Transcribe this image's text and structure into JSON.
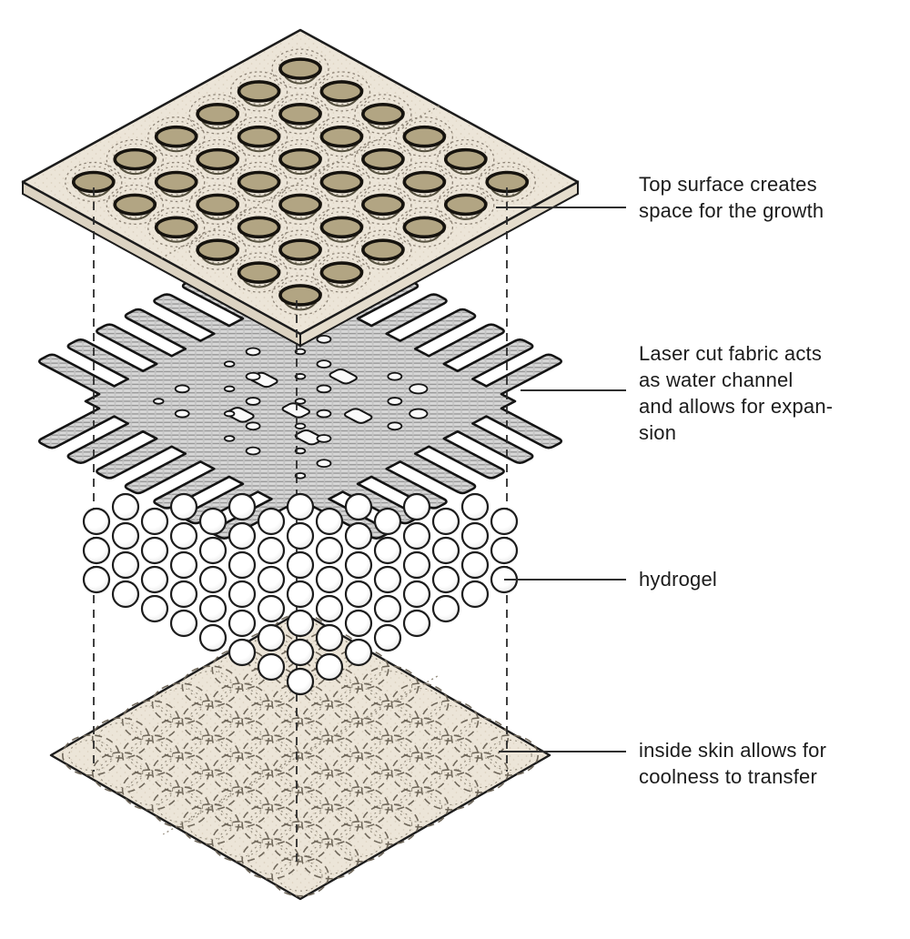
{
  "figure": {
    "type": "exploded-axonometric-diagram",
    "annotations": [
      {
        "target": "top-surface-plate",
        "text": "Top surface creates\nspace for the growth"
      },
      {
        "target": "laser-cut-fabric",
        "text": "Laser cut fabric acts\nas water channel\nand allows for expan-\nsion"
      },
      {
        "target": "hydrogel-spheres",
        "text": "hydrogel"
      },
      {
        "target": "inside-skin-plate",
        "text": "inside skin allows for\ncoolness to transfer"
      }
    ],
    "colors": {
      "page_bg": "#ffffff",
      "plate_fill": "#ece5d8",
      "plate_speckle": "#dcd2c0",
      "plate_side_left": "#dcd3c2",
      "plate_side_right": "#e4dccc",
      "outline": "#1c1c1c",
      "seam": "#938b7c",
      "ring_stroke": "#8d8376",
      "cup_stroke": "#55503f",
      "hole_fill": "#b2a583",
      "hole_rim": "#16130e",
      "fabric_base": "#d7d7d7",
      "fabric_hatch": "#989898",
      "fabric_hatch2": "#c4c4c4",
      "fabric_outline": "#141414",
      "cutout_fill": "#fafafa",
      "sphere_fill": "#ffffff",
      "sphere_shade": "#c7c7c7",
      "sphere_stroke": "#1c1c1c",
      "dimple_stroke": "#6f675a",
      "dimple_inner": "#938b7c",
      "dashed_line": "#2b2b2b",
      "leader_line": "#2f2f2f",
      "text_color": "#1b1b1b"
    }
  }
}
